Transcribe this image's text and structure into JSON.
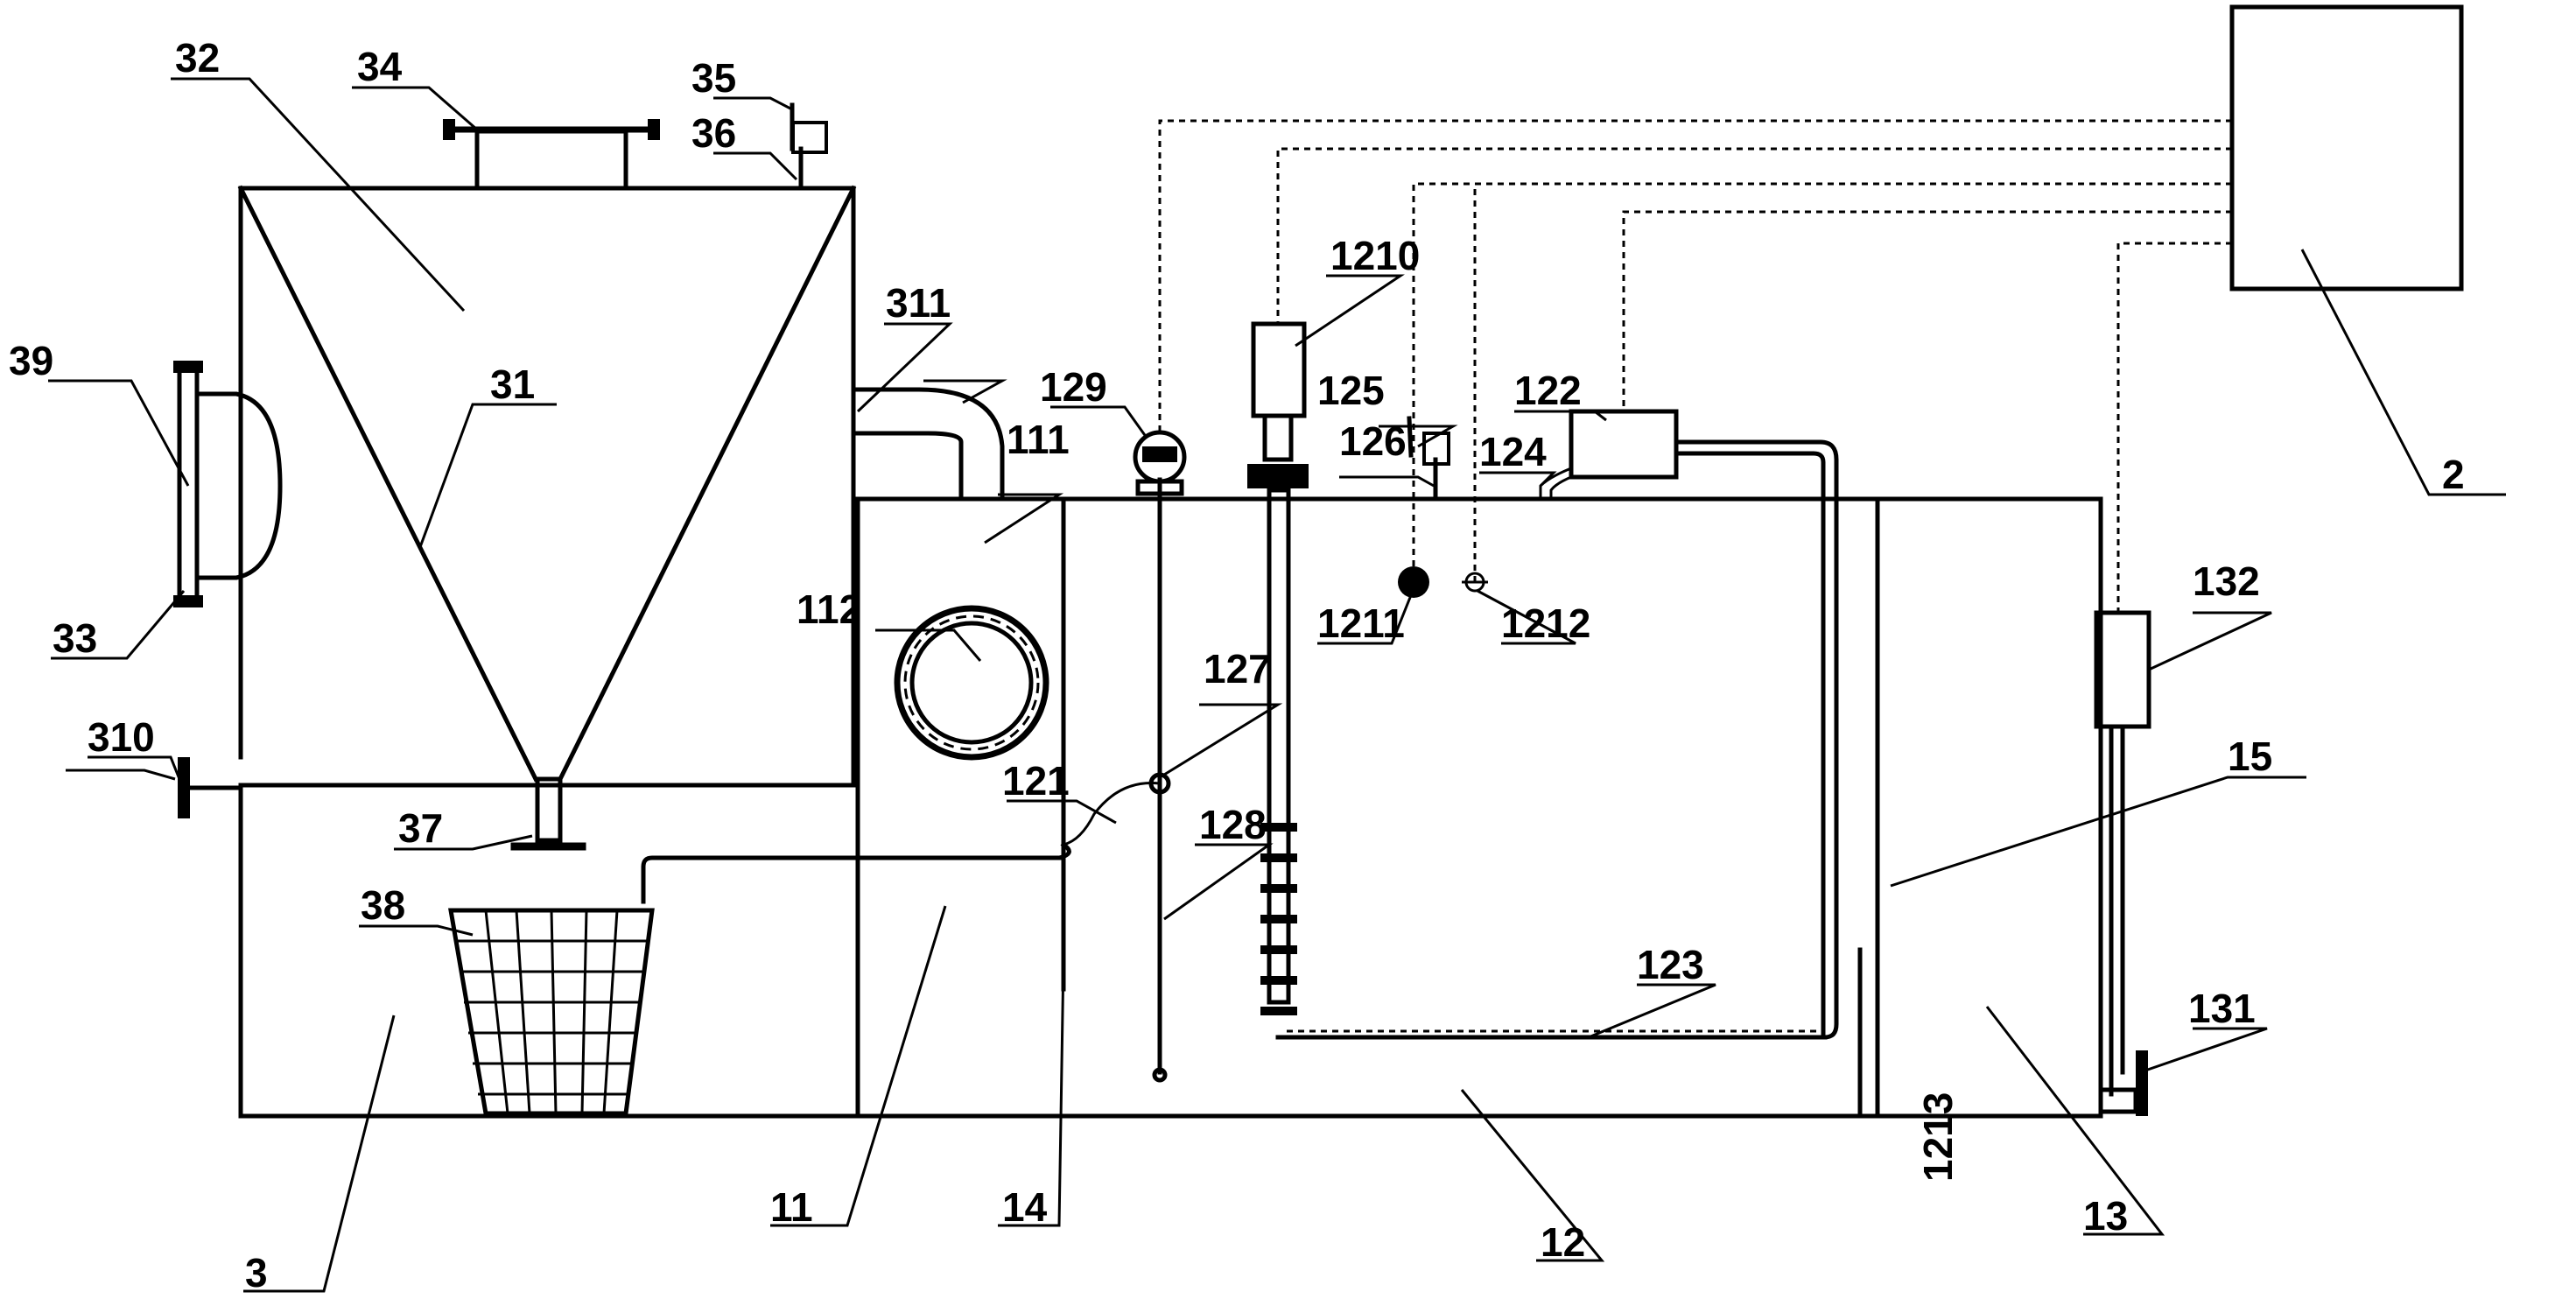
{
  "labels": {
    "l2": "2",
    "l3": "3",
    "l11": "11",
    "l12": "12",
    "l13": "13",
    "l14": "14",
    "l15": "15",
    "l31": "31",
    "l32": "32",
    "l33": "33",
    "l34": "34",
    "l35": "35",
    "l36": "36",
    "l37": "37",
    "l38": "38",
    "l39": "39",
    "l111": "111",
    "l112": "112",
    "l121": "121",
    "l122": "122",
    "l123": "123",
    "l124": "124",
    "l125": "125",
    "l126": "126",
    "l127": "127",
    "l128": "128",
    "l129": "129",
    "l131": "131",
    "l132": "132",
    "l310": "310",
    "l311": "311",
    "l1210": "1210",
    "l1211": "1211",
    "l1212": "1212",
    "l1213": "1213"
  }
}
